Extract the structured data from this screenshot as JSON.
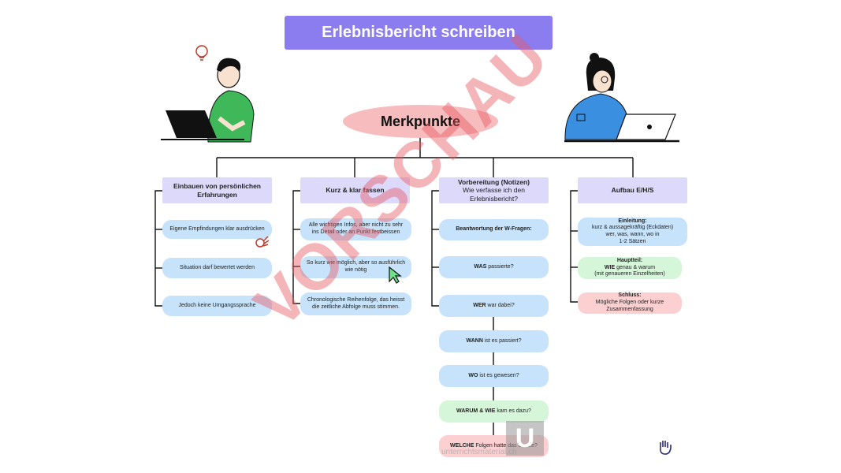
{
  "title": "Erlebnisbericht schreiben",
  "root": "Merkpunkte",
  "columns": [
    {
      "header": "Einbauen von persönlichen Erfahrungen",
      "items": [
        {
          "text": "Eigene Empfindungen klar ausdrücken"
        },
        {
          "text": "Situation darf bewertet werden"
        },
        {
          "text": "Jedoch keine Umgangssprache"
        }
      ]
    },
    {
      "header": "Kurz & klar fassen",
      "items": [
        {
          "text": "Alle wichtigen Infos, aber nicht zu sehr ins Detail oder an Punkt festbeissen"
        },
        {
          "text": "So kurz wie möglich, aber so ausführlich wie nötig"
        },
        {
          "text": "Chronologische Reihenfolge, das heisst die zeitliche Abfolge muss stimmen."
        }
      ]
    },
    {
      "header_bold": "Vorbereitung (Notizen)",
      "header_sub": "Wie verfasse ich den Erlebnisbericht?",
      "items": [
        {
          "bold": "Beantwortung der W-Fragen:",
          "rest": ""
        },
        {
          "bold": "WAS",
          "rest": " passierte?"
        },
        {
          "bold": "WER",
          "rest": " war dabei?"
        },
        {
          "bold": "WANN",
          "rest": " ist es passiert?"
        },
        {
          "bold": "WO",
          "rest": " ist es gewesen?"
        },
        {
          "bold": "WARUM & WIE",
          "rest": " kam es dazu?"
        },
        {
          "bold": "WELCHE",
          "rest": " Folgen hatte das Ganze?"
        }
      ]
    },
    {
      "header": "Aufbau E/H/S",
      "items": [
        {
          "bold": "Einleitung:",
          "line2": "kurz & aussagekräftig (Eckdaten)",
          "line3": "wer, was, wann, wo in",
          "line4": "1-2 Sätzen"
        },
        {
          "bold": "Hauptteil:",
          "line2b": "WIE",
          "line2": " genau & warum",
          "line3": "(mit genaueren Einzelheiten)"
        },
        {
          "bold": "Schluss:",
          "line2": "Mögliche Folgen oder kurze",
          "line3": "Zusammenfassung"
        }
      ]
    }
  ],
  "watermark": "VORSCHAU",
  "logo_letter": "U",
  "logo_text": "unterrichtsmaterial.ch",
  "colors": {
    "title_bg": "#8b7cf0",
    "root_bg": "#f7bcbd",
    "header_bg": "#dcd9fb",
    "blue": "#c6e3fb",
    "green": "#d5f6d8",
    "pink": "#fcd0d1"
  }
}
